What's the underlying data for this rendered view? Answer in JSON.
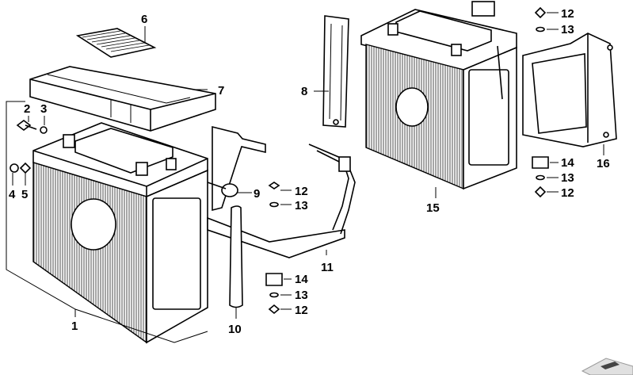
{
  "callouts": [
    {
      "id": "c1",
      "text": "1"
    },
    {
      "id": "c2",
      "text": "2"
    },
    {
      "id": "c3",
      "text": "3"
    },
    {
      "id": "c4",
      "text": "4"
    },
    {
      "id": "c5",
      "text": "5"
    },
    {
      "id": "c6",
      "text": "6"
    },
    {
      "id": "c7",
      "text": "7"
    },
    {
      "id": "c8",
      "text": "8"
    },
    {
      "id": "c9",
      "text": "9"
    },
    {
      "id": "c10",
      "text": "10"
    },
    {
      "id": "c11",
      "text": "11"
    },
    {
      "id": "c12a",
      "text": "12"
    },
    {
      "id": "c13a",
      "text": "13"
    },
    {
      "id": "c14a",
      "text": "14"
    },
    {
      "id": "c13b",
      "text": "13"
    },
    {
      "id": "c12b",
      "text": "12"
    },
    {
      "id": "c12c",
      "text": "12"
    },
    {
      "id": "c13c",
      "text": "13"
    },
    {
      "id": "c14b",
      "text": "14"
    },
    {
      "id": "c13d",
      "text": "13"
    },
    {
      "id": "c12d",
      "text": "12"
    },
    {
      "id": "c15",
      "text": "15"
    },
    {
      "id": "c16",
      "text": "16"
    }
  ]
}
